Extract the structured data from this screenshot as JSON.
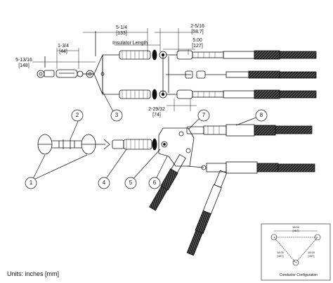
{
  "dimensions": {
    "d_5_13_16": {
      "in": "5-13/16",
      "mm": "[148]"
    },
    "d_1_3_4": {
      "in": "1-3/4",
      "mm": "[44]"
    },
    "d_5_1_4": {
      "in": "5-1/4",
      "mm": "[133]"
    },
    "insulator_length": "Insulator Length",
    "d_2_5_16": {
      "in": "2-5/16",
      "mm": "[58.7]"
    },
    "d_5_00": {
      "in": "5.00",
      "mm": "[127]"
    },
    "d_2_29_32": {
      "in": "2-29/32",
      "mm": "[74]"
    }
  },
  "callouts": [
    "1",
    "2",
    "3",
    "4",
    "5",
    "6",
    "7",
    "8"
  ],
  "units_note": "Units: inches [mm]",
  "conductor_config": {
    "title": "Conductor Configuration",
    "top": {
      "in": "18.00",
      "mm": "[457]"
    },
    "left": {
      "in": "18.00",
      "mm": "[457]"
    },
    "right": {
      "in": "18.00",
      "mm": "[457]"
    }
  }
}
